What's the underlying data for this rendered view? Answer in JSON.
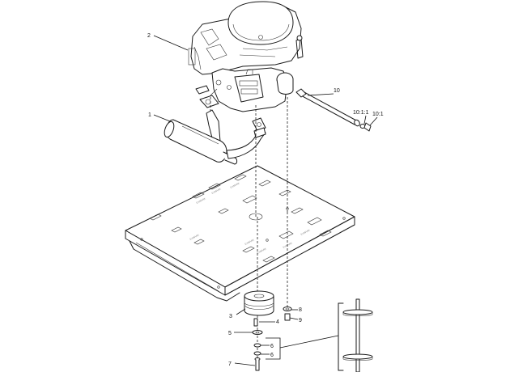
{
  "callouts": {
    "c1": "1",
    "c2": "2",
    "c3": "3",
    "c4": "4",
    "c5": "5",
    "c6a": "6",
    "c6b": "6",
    "c7": "7",
    "c8": "8",
    "c9": "9",
    "c10": "10",
    "c10_1": "10:1",
    "c10_1_1": "10:1:1"
  },
  "colors": {
    "line": "#1a1a1a",
    "background": "#ffffff"
  }
}
